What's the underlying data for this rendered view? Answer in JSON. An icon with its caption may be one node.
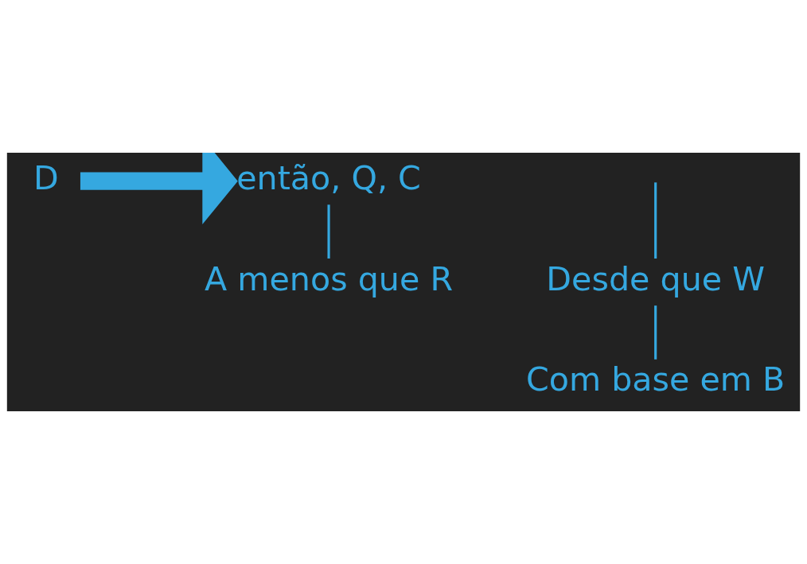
{
  "diagram": {
    "nodes": [
      {
        "text": [
          "D"
        ]
      },
      {
        "text": [
          "então, Q, C"
        ]
      },
      {
        "text": [
          "Desde que W"
        ]
      },
      {
        "text": [
          "Com base em B"
        ]
      },
      {
        "text": [
          "A menos que R"
        ]
      }
    ],
    "edges": [
      {
        "from": 0,
        "to": 1,
        "arrow": "to",
        "style": "thick"
      },
      {
        "from": null,
        "to": 2,
        "arrow": "none"
      },
      {
        "from": 2,
        "to": 3,
        "arrow": "none"
      },
      {
        "from": 1,
        "to": 4,
        "arrow": "none"
      }
    ]
  }
}
